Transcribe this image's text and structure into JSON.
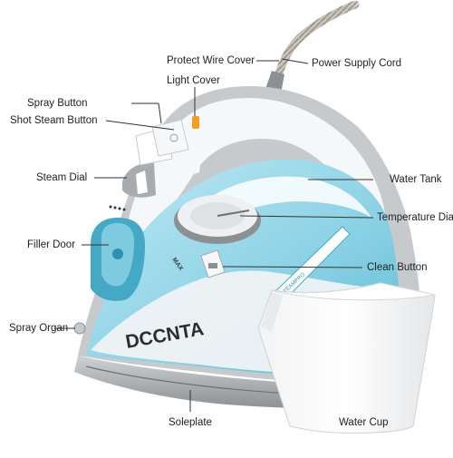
{
  "brand": "DCCNTA",
  "labels": {
    "protect_wire_cover": "Protect Wire Cover",
    "power_supply_cord": "Power Supply Cord",
    "light_cover": "Light Cover",
    "spray_button": "Spray Button",
    "shot_steam_button": "Shot Steam Button",
    "steam_dial": "Steam Dial",
    "water_tank": "Water Tank",
    "temperature_dial": "Temperature Dial",
    "filler_door": "Filler Door",
    "clean_button": "Clean Button",
    "spray_organ": "Spray Organ",
    "soleplate": "Soleplate",
    "water_cup": "Water Cup"
  },
  "markings": {
    "max": "MAX",
    "steampro": "STEAMPRO"
  },
  "colors": {
    "tank_blue": "#8fd3e6",
    "tank_blue_dark": "#45a9c6",
    "shell_white": "#f6f7f8",
    "gray": "#a9acae",
    "gray_dark": "#6d7073",
    "soleplate": "#b8bbbe",
    "leader_line": "#333333",
    "indicator_orange": "#f29d25"
  }
}
